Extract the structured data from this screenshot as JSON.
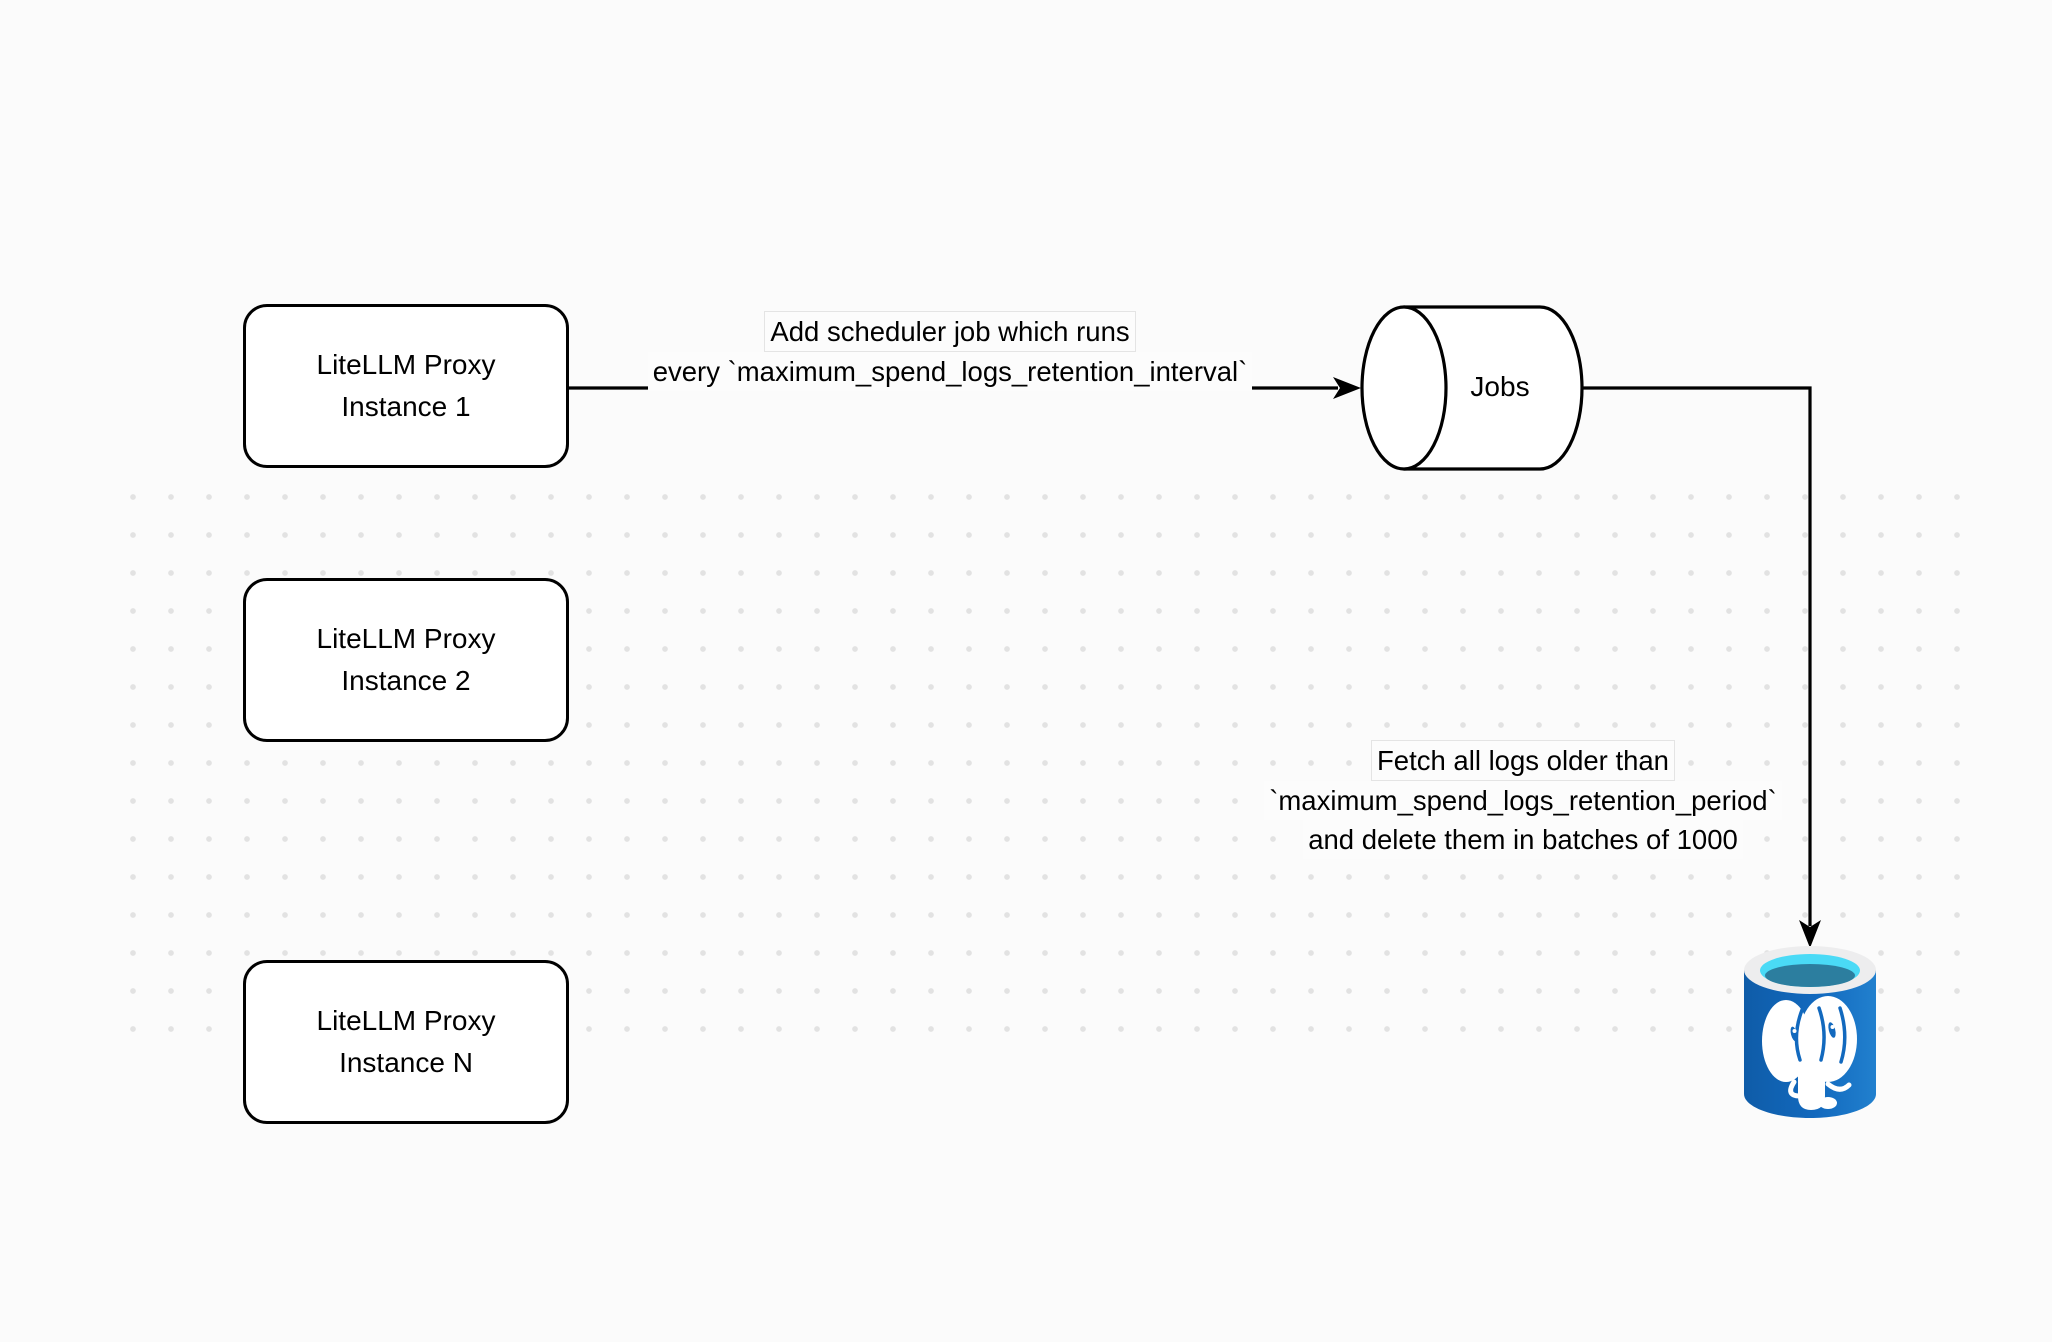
{
  "diagram": {
    "nodes": {
      "proxy1": {
        "line1": "LiteLLM Proxy",
        "line2": "Instance 1"
      },
      "proxy2": {
        "line1": "LiteLLM Proxy",
        "line2": "Instance 2"
      },
      "proxyN": {
        "line1": "LiteLLM Proxy",
        "line2": "Instance N"
      },
      "jobs": {
        "label": "Jobs"
      }
    },
    "edge_labels": {
      "scheduler": {
        "line1": "Add scheduler job which runs",
        "line2": "every `maximum_spend_logs_retention_interval`"
      },
      "fetch": {
        "line1": "Fetch all logs older than",
        "line2": "`maximum_spend_logs_retention_period`",
        "line3": "and delete them in batches of 1000"
      }
    },
    "icons": {
      "postgres_db": "postgresql-database"
    },
    "colors": {
      "stroke": "#000000",
      "node_fill": "#FFFFFF",
      "canvas_bg": "#FBFBFB",
      "grid_dot": "#E2E2E2",
      "postgres_blue_dark": "#0F5CA8",
      "postgres_blue": "#1269BE",
      "postgres_blue_light": "#2180CE",
      "postgres_cyan": "#4ADAF6",
      "postgres_ring": "#EDEDEE",
      "postgres_inner_teal": "#2C7E9F"
    }
  }
}
